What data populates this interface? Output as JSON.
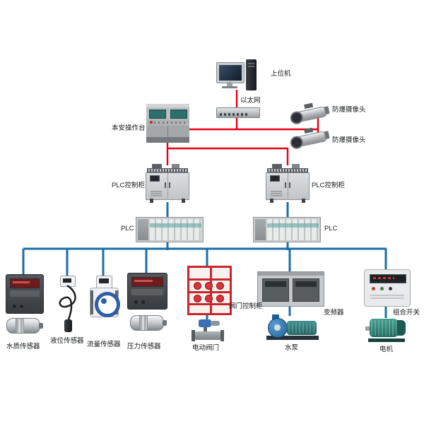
{
  "colors": {
    "line_red": "#e60012",
    "line_blue": "#1c6ea8"
  },
  "supervision": {
    "host": "上位机",
    "ethernet": "以太网",
    "console": "本安操作台",
    "camera_top": "防爆摄像头",
    "camera_bottom": "防爆摄像头"
  },
  "control": {
    "cabinet_left": "PLC控制柜",
    "cabinet_right": "PLC控制柜",
    "plc_left": "PLC",
    "plc_right": "PLC"
  },
  "field": {
    "water_quality": "水质传感器",
    "level": "液位传感器",
    "flow": "流量传感器",
    "pressure": "压力传感器",
    "valve_cabinet": "阀门控制柜",
    "valve": "电动阀门",
    "vfd": "变频器",
    "pump": "水泵",
    "combo_switch": "组合开关",
    "motor": "电机"
  }
}
